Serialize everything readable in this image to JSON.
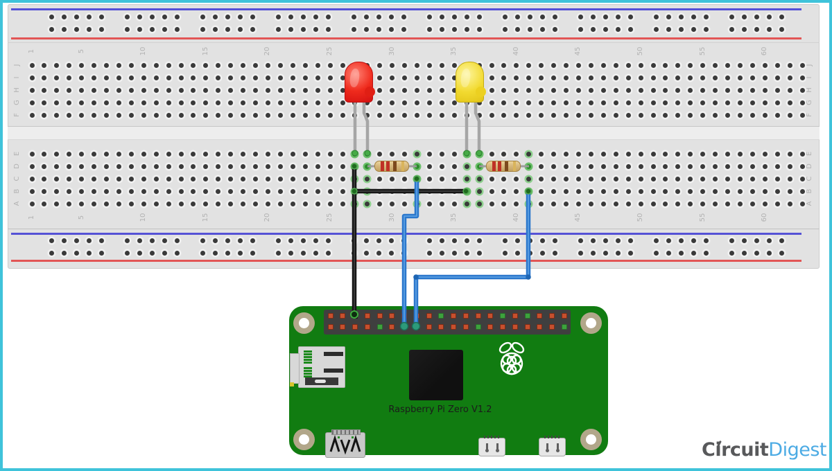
{
  "frame": {
    "border_color": "#3fc3da"
  },
  "breadboard": {
    "row_letters_upper": [
      "J",
      "I",
      "H",
      "G",
      "F"
    ],
    "row_letters_lower": [
      "E",
      "D",
      "C",
      "B",
      "A"
    ],
    "column_labels": [
      "1",
      "5",
      "10",
      "15",
      "20",
      "25",
      "30",
      "35",
      "40",
      "45",
      "50",
      "55",
      "60"
    ],
    "total_columns": 63,
    "rail_hole_groups": 10,
    "rail_holes_per_group": 5,
    "highlighted_columns": [
      27,
      28,
      32,
      36,
      37,
      41
    ],
    "plug_points": [
      "E27",
      "E28",
      "D27",
      "D28",
      "D32",
      "C32",
      "E36",
      "B36",
      "E37",
      "D37",
      "D41",
      "B41"
    ],
    "colors": {
      "body": "#e2e2e2",
      "ravine": "#ededed",
      "rail_blue": "#5552d6",
      "rail_red": "#e25555",
      "hole": "#3a3a3a",
      "hole_ring": "#f1f1f1",
      "highlight_ring": "#8ccf8c",
      "plug": "#2e8b2e",
      "label": "#b2b2b2"
    }
  },
  "components": {
    "red_led": {
      "name": "red-led",
      "color": "#ef2b1d",
      "columns": [
        27,
        28
      ],
      "row": "E"
    },
    "yellow_led": {
      "name": "yellow-led",
      "color": "#f2da30",
      "columns": [
        36,
        37
      ],
      "row": "E"
    },
    "resistor_1": {
      "name": "resistor",
      "columns": [
        28,
        32
      ],
      "row": "D",
      "band_colors": [
        "#bf3126",
        "#bf3126",
        "#7d4a1e",
        "#d9b45c"
      ]
    },
    "resistor_2": {
      "name": "resistor",
      "columns": [
        37,
        41
      ],
      "row": "D",
      "band_colors": [
        "#bf3126",
        "#bf3126",
        "#7d4a1e",
        "#d9b45c"
      ]
    }
  },
  "wires": [
    {
      "id": "black-ground-wire",
      "color": "#161616",
      "sheen": "#474747",
      "segments": [
        [
          [
            511,
            240
          ],
          [
            511,
            453
          ]
        ],
        [
          [
            511,
            276
          ],
          [
            672,
            276
          ]
        ]
      ]
    },
    {
      "id": "blue-gpio-wire-1",
      "color": "#2b77cc",
      "sheen": "#66a9e8",
      "segments": [
        [
          [
            601,
            258
          ],
          [
            601,
            312
          ],
          [
            583,
            312
          ],
          [
            583,
            470
          ]
        ]
      ]
    },
    {
      "id": "blue-gpio-wire-2",
      "color": "#2b77cc",
      "sheen": "#66a9e8",
      "segments": [
        [
          [
            762,
            276
          ],
          [
            762,
            400
          ],
          [
            600,
            400
          ],
          [
            600,
            470
          ]
        ]
      ]
    }
  ],
  "raspberry_pi": {
    "label": "Raspberry Pi Zero V1.2",
    "board_color": "#117c11",
    "header_pins": {
      "palette": {
        "red": "#c6502e",
        "green": "#3da23d",
        "dark": "#262626"
      },
      "border_palette": {
        "red": "#7e2b16",
        "green": "#2a6e2a",
        "dark": "#111111"
      },
      "top": [
        "red",
        "red",
        "dark",
        "red",
        "red",
        "red",
        "red",
        "red",
        "red",
        "green",
        "red",
        "red",
        "red",
        "red",
        "green",
        "red",
        "green",
        "red",
        "red",
        "red"
      ],
      "bottom": [
        "red",
        "red",
        "red",
        "red",
        "green",
        "red",
        "dark",
        "dark",
        "red",
        "red",
        "red",
        "red",
        "green",
        "red",
        "red",
        "red",
        "red",
        "red",
        "red",
        "green"
      ]
    }
  },
  "brand": {
    "circuit": "Circuit",
    "digest": "Digest",
    "circuit_color": "#58595b",
    "digest_color": "#4cabe4"
  }
}
